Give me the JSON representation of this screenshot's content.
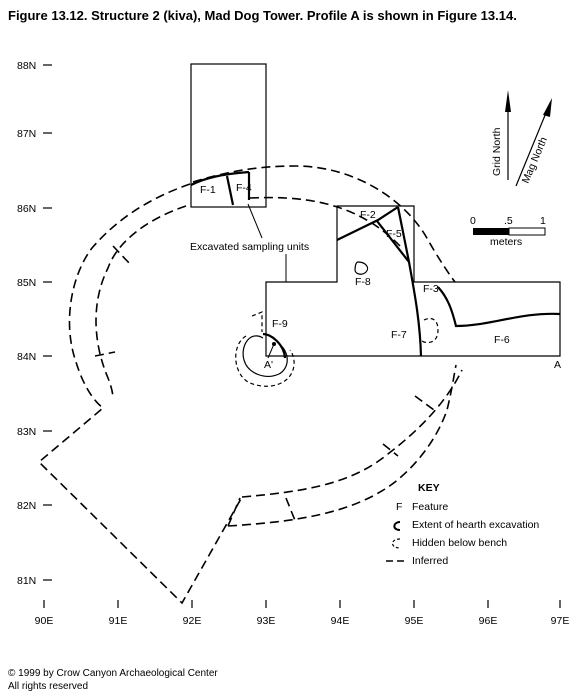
{
  "title": "Figure 13.12.  Structure 2 (kiva), Mad Dog Tower. Profile A is shown in Figure 13.14.",
  "y_labels": [
    "88N",
    "87N",
    "86N",
    "85N",
    "84N",
    "83N",
    "82N",
    "81N"
  ],
  "x_labels": [
    "90E",
    "91E",
    "92E",
    "93E",
    "94E",
    "95E",
    "96E",
    "97E"
  ],
  "features": {
    "f1": "F-1",
    "f2": "F-2",
    "f3": "F-3",
    "f4": "F-4",
    "f5": "F-5",
    "f6": "F-6",
    "f7": "F-7",
    "f8": "F-8",
    "f9": "F-9"
  },
  "profile": {
    "start": "A'",
    "end": "A"
  },
  "annotation": "Excavated sampling units",
  "north": {
    "grid": "Grid North",
    "mag": "Mag North"
  },
  "scale": {
    "zero": "0",
    "half": ".5",
    "one": "1",
    "unit": "meters"
  },
  "key": {
    "title": "KEY",
    "feature_symbol": "F",
    "feature_label": "Feature",
    "hearth_label": "Extent of hearth excavation",
    "hidden_label": "Hidden below bench",
    "inferred_label": "Inferred"
  },
  "copyright": {
    "line1": "© 1999 by Crow Canyon Archaeological Center",
    "line2": "All rights reserved"
  }
}
